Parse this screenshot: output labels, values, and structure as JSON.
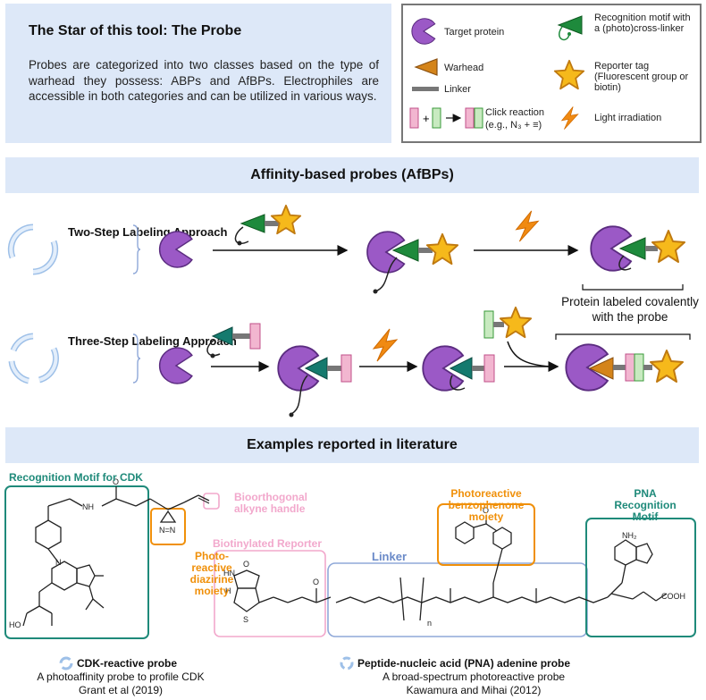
{
  "intro": {
    "title": "The Star of this tool: The Probe",
    "text": "Probes are categorized into two classes based on the type of warhead they possess: ABPs and AfBPs. Electrophiles are accessible in both categories and can be utilized in various ways."
  },
  "legend": {
    "target_protein": "Target protein",
    "warhead": "Warhead",
    "linker": "Linker",
    "click_reaction": "Click reaction",
    "click_example": "(e.g., N₃ + ≡)",
    "recognition_motif": "Recognition motif with a (photo)cross-linker",
    "reporter_tag": "Reporter tag (Fluorescent group or biotin)",
    "light": "Light irradiation"
  },
  "afbp": {
    "title": "Affinity-based probes (AfBPs)",
    "two_step": "Two-Step Labeling Approach",
    "three_step": "Three-Step Labeling Approach",
    "labeled_caption": "Protein labeled covalently with the probe"
  },
  "examples": {
    "title": "Examples reported in literature",
    "recognition_cdk": "Recognition Motif for CDK",
    "alkyne": "Bioorthogonal alkyne handle",
    "diazirine": "Photo-reactive diazirine moiety",
    "biotin": "Biotinylated Reporter",
    "benzophenone": "Photoreactive benzophenone moiety",
    "linker": "Linker",
    "pna_motif": "PNA Recognition Motif",
    "atoms": {
      "o": "O",
      "n": "N",
      "h": "H",
      "s": "S",
      "ho": "HO",
      "nh": "NH",
      "hn": "HN",
      "nh2": "NH₂",
      "cooh": "COOH",
      "nn": "N=N",
      "sub_n": "n"
    },
    "cdk_probe": {
      "name": "CDK-reactive probe",
      "desc": "A photoaffinity probe to profile CDK",
      "ref": "Grant et al (2019)"
    },
    "pna_probe": {
      "name": "Peptide-nucleic acid (PNA) adenine probe",
      "desc": "A broad-spectrum photoreactive probe",
      "ref": "Kawamura and Mihai (2012)"
    }
  },
  "colors": {
    "banner": "#dde8f8",
    "protein": "#9b59c6",
    "warhead": "#d4841a",
    "motif": "#1e8a3c",
    "motif_dark": "#157a6e",
    "star": "#f6b91b",
    "bolt": "#f08a12",
    "click_pink": "#f2b6d0",
    "click_green": "#c8eac0",
    "teal": "#1f8a7a",
    "orange": "#f0900a",
    "pink": "#f2a8cc",
    "blue": "#8fa8d8"
  }
}
